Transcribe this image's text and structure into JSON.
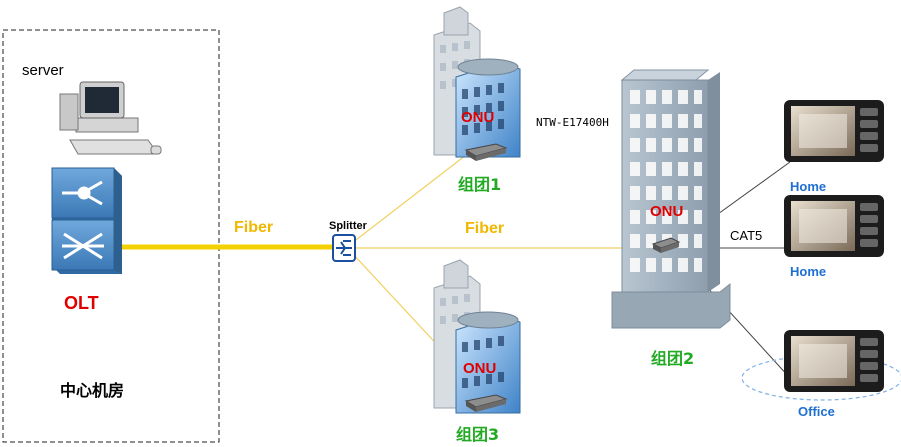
{
  "labels": {
    "server": "server",
    "olt": "OLT",
    "central_room": "中心机房",
    "fiber_left": "Fiber",
    "fiber_right": "Fiber",
    "splitter": "Splitter",
    "onu_model": "NTW-E17400H",
    "onu": "ONU",
    "group1": "组团1",
    "group2": "组团2",
    "group3": "组团3",
    "cat5": "CAT5",
    "home1": "Home",
    "home2": "Home",
    "office": "Office"
  },
  "colors": {
    "fiber": "#f0c800",
    "onu_text": "#e00000",
    "group_text": "#22aa22",
    "device_text": "#1f6fd0",
    "olt_body": "#4f8fc9",
    "building": "#a9b7c3"
  },
  "icons": [
    "computer-icon",
    "olt-switch-icon",
    "splitter-icon",
    "building-icon",
    "onu-device-icon",
    "tablet-panel-icon"
  ]
}
